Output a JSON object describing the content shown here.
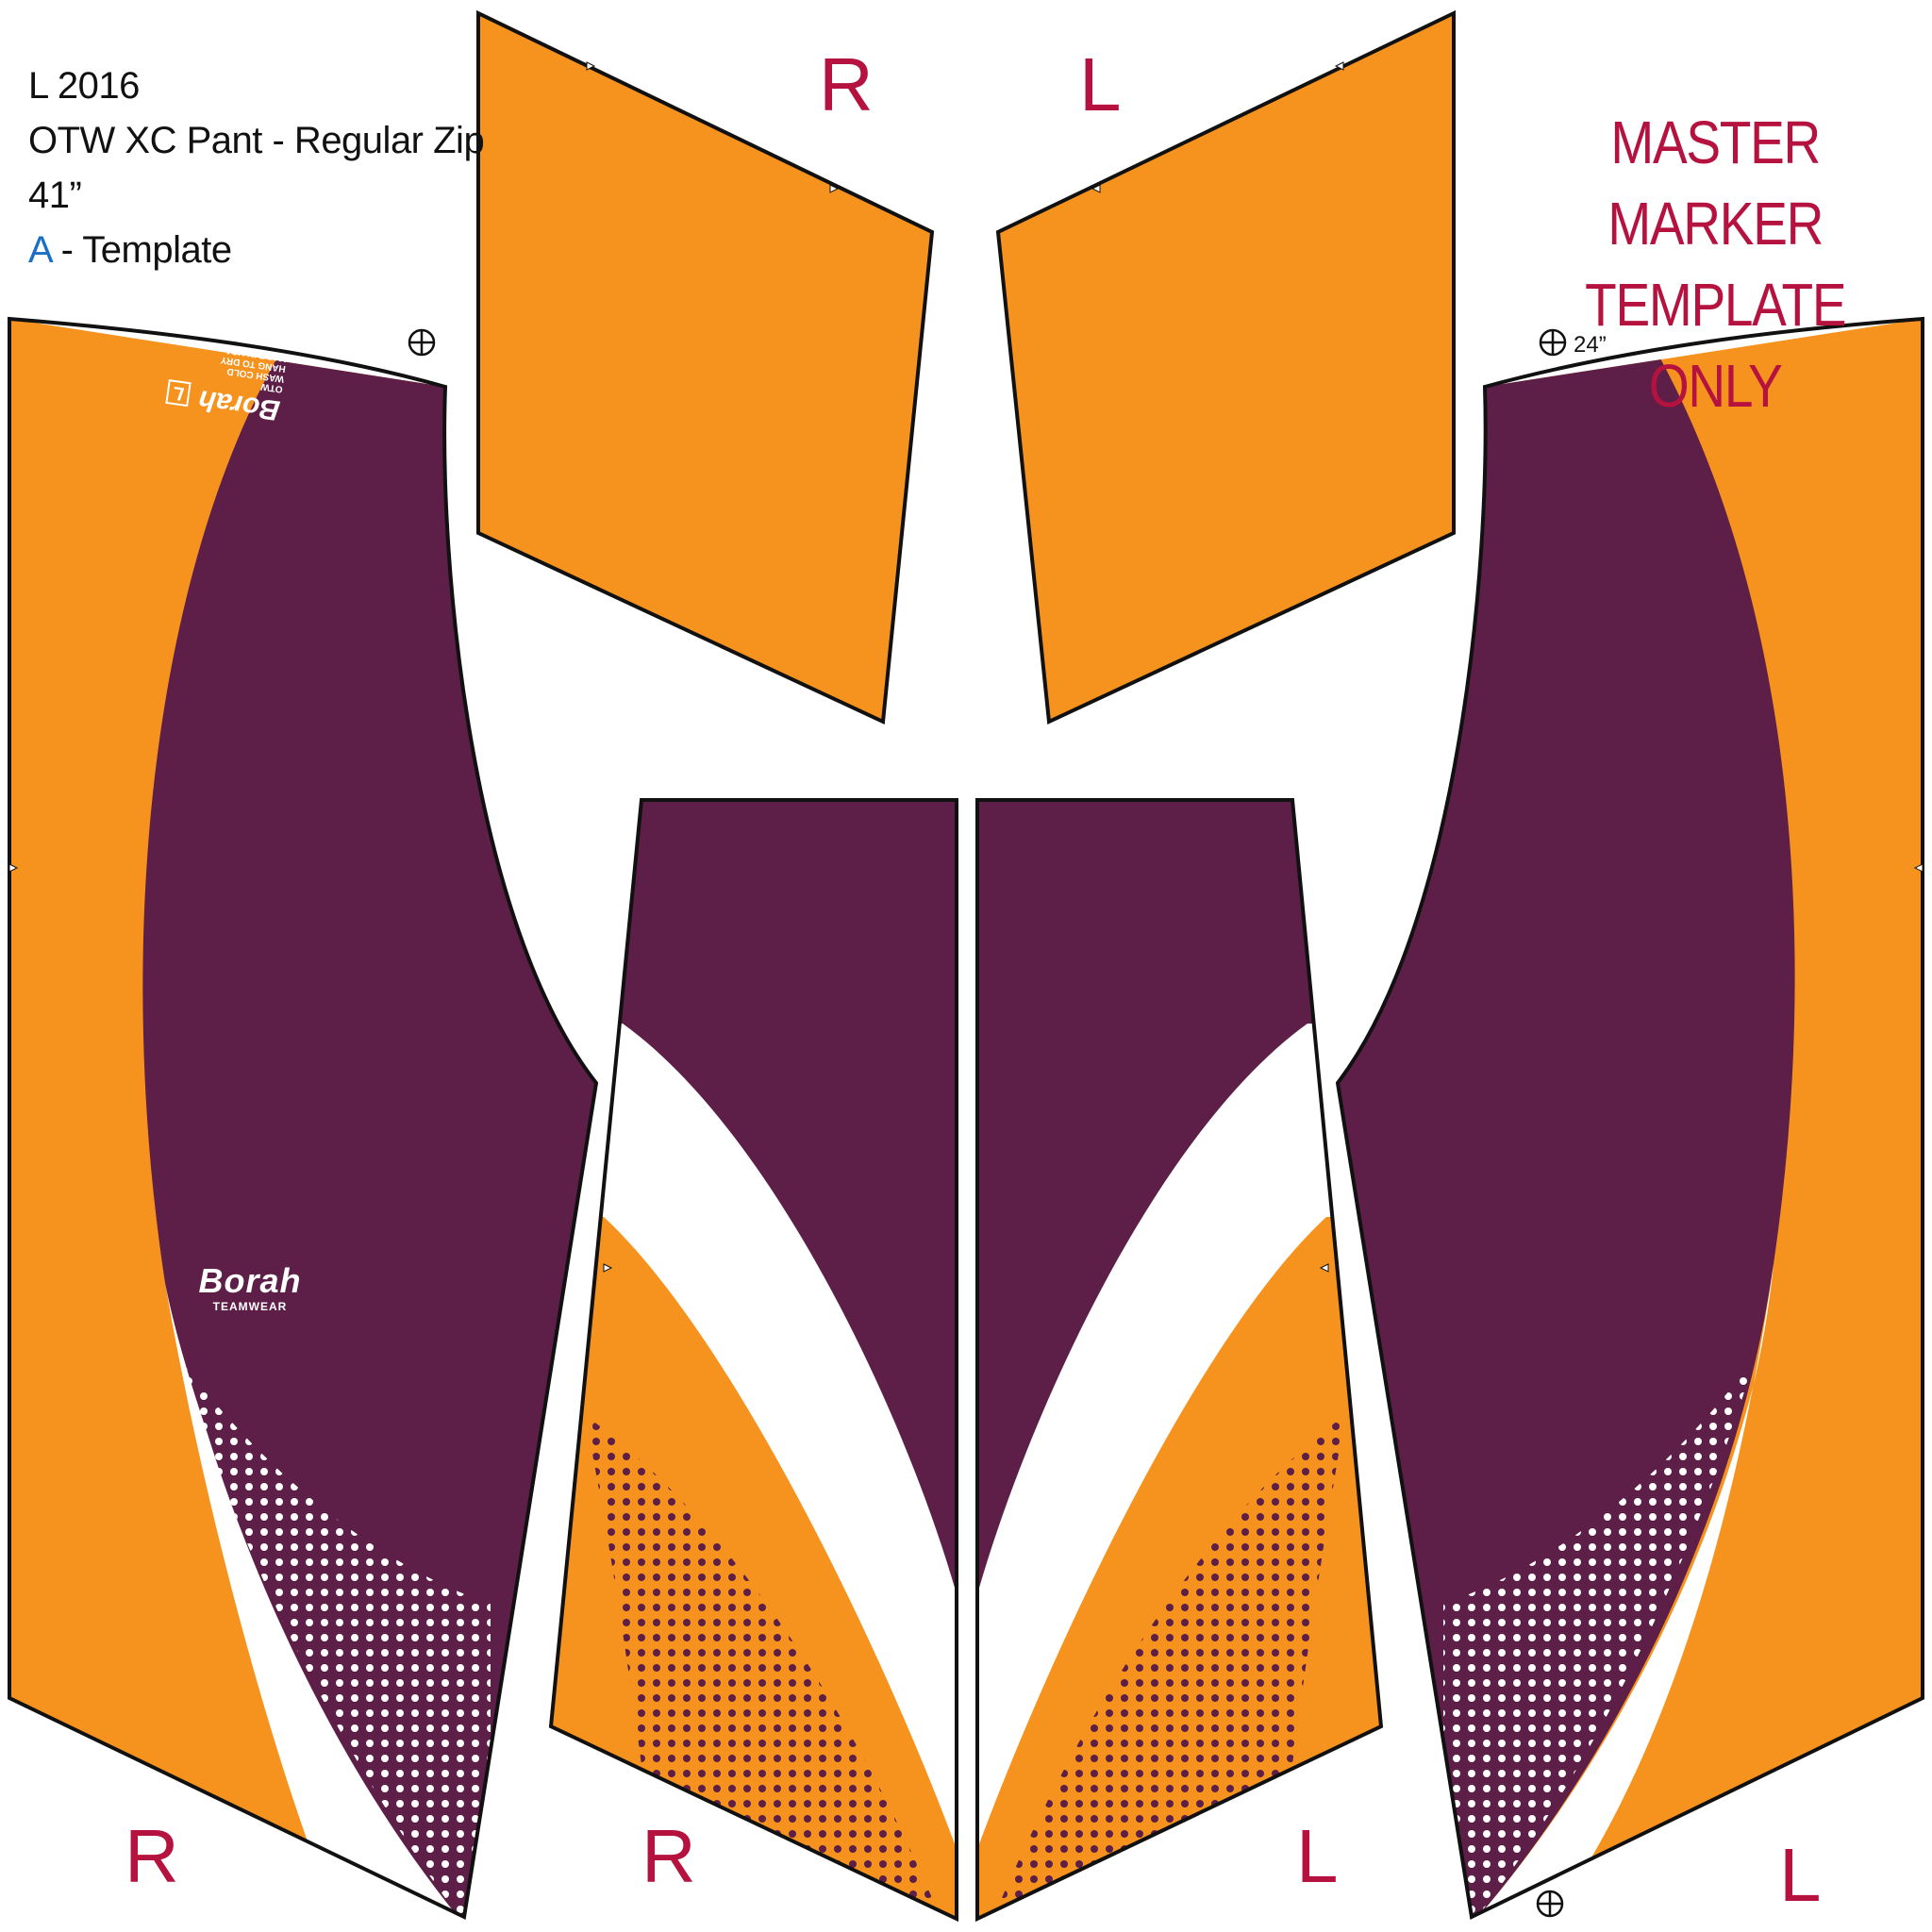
{
  "info": {
    "size_line": "L 2016",
    "product_line": "OTW XC Pant - Regular Zip",
    "length_line": "41”",
    "template_letter": "A",
    "template_suffix": " - Template"
  },
  "stamp": {
    "line1": "MASTER MARKER",
    "line2": "TEMPLATE ONLY"
  },
  "side_labels": {
    "top_left": "R",
    "top_right": "L",
    "bottom_far_left": "R",
    "bottom_center_left": "R",
    "bottom_center_right": "L",
    "bottom_far_right": "L"
  },
  "measure_note": "24”",
  "brand_logo": {
    "name": "Borah",
    "sub": "TEAMWEAR"
  },
  "care_tag": {
    "brand": "Borah",
    "size": "L",
    "lines": [
      "OTW",
      "WASH COLD",
      "HANG TO DRY",
      "MADE IN USA"
    ]
  },
  "colors": {
    "orange": "#f6921e",
    "maroon": "#5d1e47",
    "label_red": "#b5123f",
    "accent_blue": "#1a6fc4"
  },
  "icons": [
    "registration-target-icon",
    "notch-marker-icon"
  ]
}
